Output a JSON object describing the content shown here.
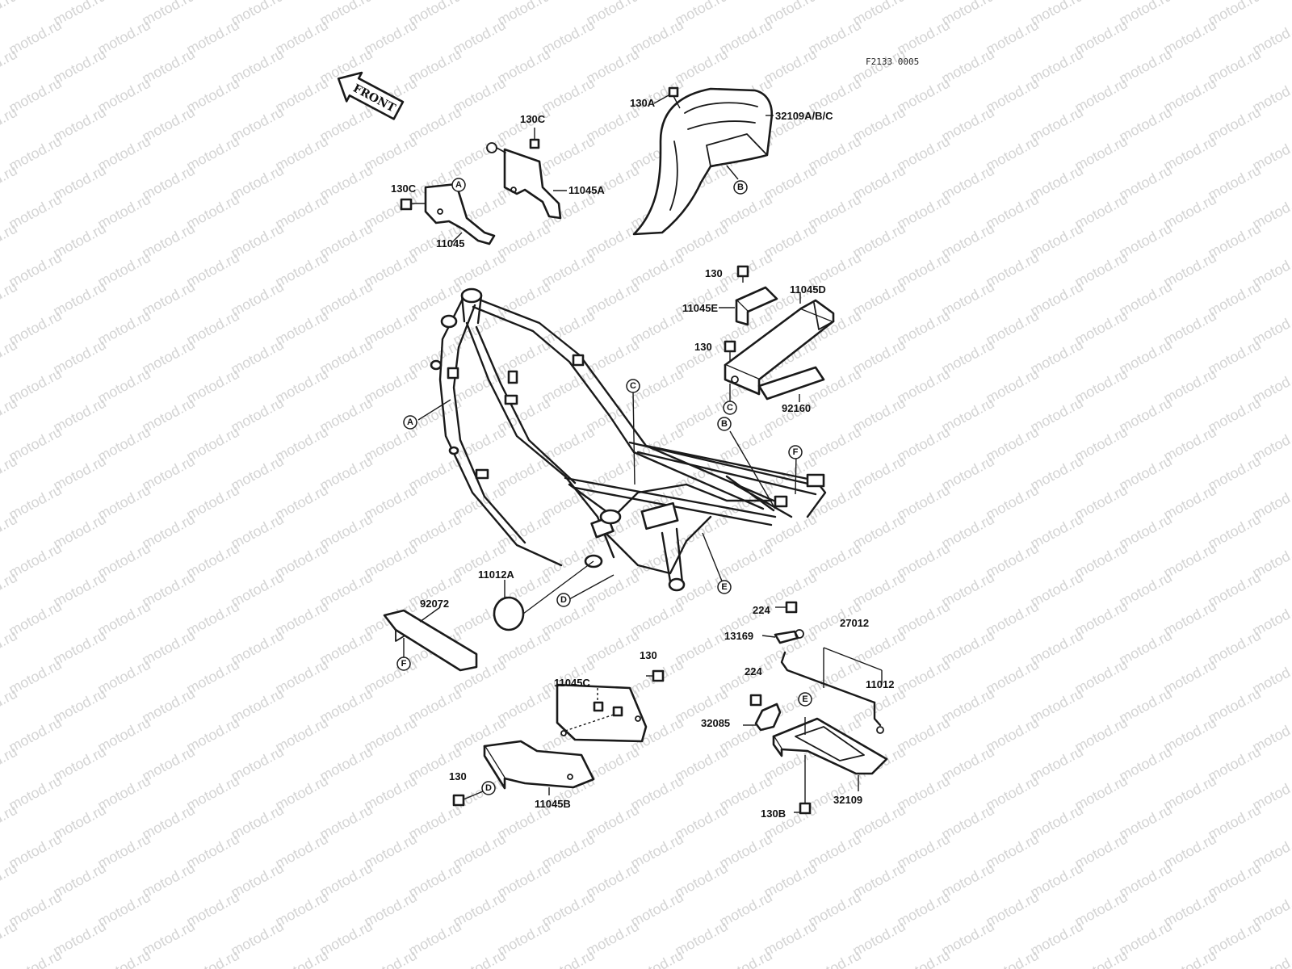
{
  "diagram_code": "F2133 0005",
  "watermark": "motod.ru",
  "front_label": "FRONT",
  "colors": {
    "ink": "#1a1a1a",
    "watermark": "#d4d4d4",
    "background": "#ffffff"
  },
  "parts": {
    "p130A": "130A",
    "p32109ABC": "32109A/B/C",
    "p130C_top": "130C",
    "p11045A": "11045A",
    "p130C_left": "130C",
    "p11045": "11045",
    "p130_top": "130",
    "p11045D": "11045D",
    "p11045E": "11045E",
    "p130_mid": "130",
    "p92160": "92160",
    "p11012A": "11012A",
    "p92072": "92072",
    "p224_a": "224",
    "p13169": "13169",
    "p27012": "27012",
    "p11012": "11012",
    "p224_b": "224",
    "p32085": "32085",
    "p11045C": "11045C",
    "p130_low": "130",
    "p130_bottom": "130",
    "p11045B": "11045B",
    "p130B": "130B",
    "p32109": "32109"
  },
  "refs": {
    "A_top": "A",
    "A_frame": "A",
    "B_tail": "B",
    "B_frame": "B",
    "C_battery": "C",
    "C_frame": "C",
    "D_cover": "D",
    "D_frame": "D",
    "E_bracket": "E",
    "E_frame": "E",
    "F_frame": "F",
    "F_strap": "F"
  }
}
